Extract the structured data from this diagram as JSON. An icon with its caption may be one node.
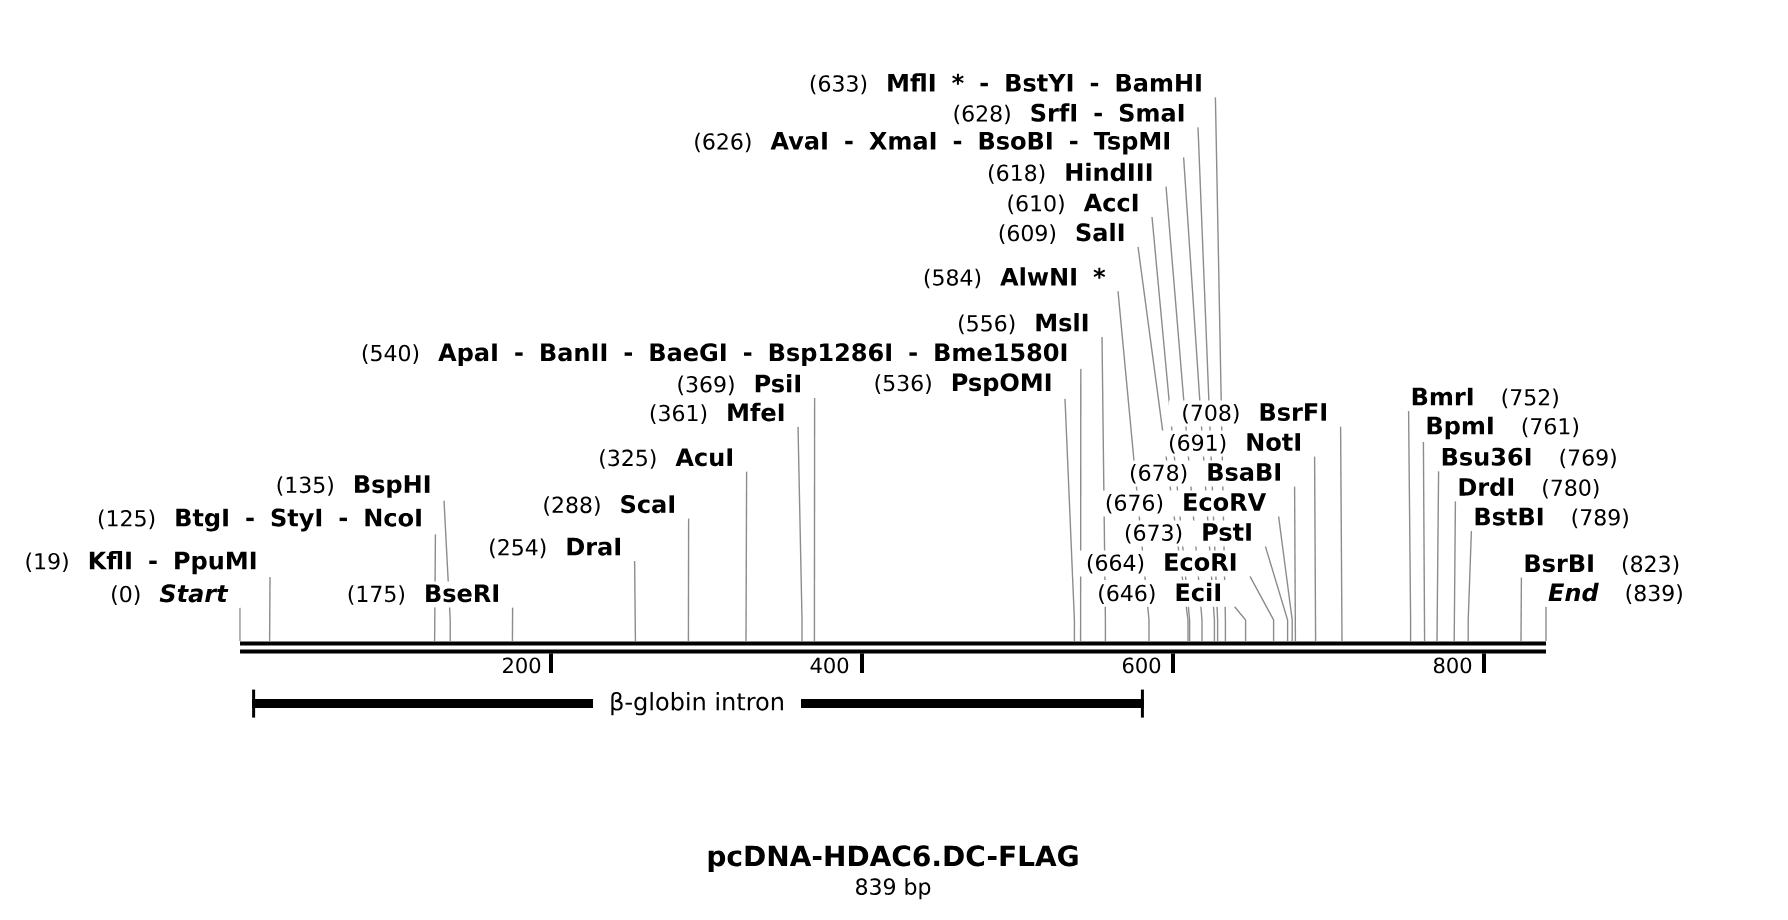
{
  "diagram": {
    "title": "pcDNA-HDAC6.DC-FLAG",
    "nodes": [
      {
        "text": [
          "(633)",
          "MflI * - BstYI - BamHI"
        ]
      },
      {
        "text": [
          "(628)",
          "SrfI - SmaI"
        ]
      },
      {
        "text": [
          "(626)",
          "AvaI - XmaI - BsoBI - TspMI"
        ]
      },
      {
        "text": [
          "(618)",
          "HindIII"
        ]
      },
      {
        "text": [
          "(610)",
          "AccI"
        ]
      },
      {
        "text": [
          "(609)",
          "SalI"
        ]
      },
      {
        "text": [
          "(584)",
          "AlwNI *"
        ]
      },
      {
        "text": [
          "(556)",
          "MslI"
        ]
      },
      {
        "text": [
          "(540)",
          "ApaI - BanII - BaeGI - Bsp1286I - Bme1580I"
        ]
      },
      {
        "text": [
          "(369)",
          "PsiI"
        ]
      },
      {
        "text": [
          "(536)",
          "PspOMI"
        ]
      },
      {
        "text": [
          "BmrI",
          "(752)"
        ]
      },
      {
        "text": [
          "(361)",
          "MfeI"
        ]
      },
      {
        "text": [
          "(708)",
          "BsrFI"
        ]
      },
      {
        "text": [
          "BpmI",
          "(761)"
        ]
      },
      {
        "text": [
          "(691)",
          "NotI"
        ]
      },
      {
        "text": [
          "(325)",
          "AcuI"
        ]
      },
      {
        "text": [
          "Bsu36I",
          "(769)"
        ]
      },
      {
        "text": [
          "(678)",
          "BsaBI"
        ]
      },
      {
        "text": [
          "(135)",
          "BspHI"
        ]
      },
      {
        "text": [
          "DrdI",
          "(780)"
        ]
      },
      {
        "text": [
          "(288)",
          "ScaI"
        ]
      },
      {
        "text": [
          "(676)",
          "EcoRV"
        ]
      },
      {
        "text": [
          "(125)",
          "BtgI - StyI - NcoI"
        ]
      },
      {
        "text": [
          "BstBI",
          "(789)"
        ]
      },
      {
        "text": [
          "(673)",
          "PstI"
        ]
      },
      {
        "text": [
          "(254)",
          "DraI"
        ]
      },
      {
        "text": [
          "(19)",
          "KflI - PpuMI"
        ]
      },
      {
        "text": [
          "(664)",
          "EcoRI"
        ]
      },
      {
        "text": [
          "BsrBI",
          "(823)"
        ]
      },
      {
        "text": [
          "(0)",
          "Start"
        ]
      },
      {
        "text": [
          "(175)",
          "BseRI"
        ]
      },
      {
        "text": [
          "(646)",
          "EciI"
        ]
      },
      {
        "text": [
          "End",
          "(839)"
        ]
      },
      {
        "text": [],
        "shape": "bar"
      },
      {
        "text": [
          "β-globin intron"
        ]
      }
    ],
    "edges": [
      {
        "from": 0,
        "to": 34,
        "arrow": "none"
      },
      {
        "from": 1,
        "to": 34,
        "arrow": "none"
      },
      {
        "from": 2,
        "to": 34,
        "arrow": "none"
      },
      {
        "from": 3,
        "to": 34,
        "arrow": "none"
      },
      {
        "from": 4,
        "to": 34,
        "arrow": "none"
      },
      {
        "from": 5,
        "to": 34,
        "arrow": "none"
      },
      {
        "from": 6,
        "to": 34,
        "arrow": "none"
      },
      {
        "from": 7,
        "to": 34,
        "arrow": "none"
      },
      {
        "from": 8,
        "to": 34,
        "arrow": "none"
      },
      {
        "from": 9,
        "to": 34,
        "arrow": "none"
      },
      {
        "from": 10,
        "to": 34,
        "arrow": "none"
      },
      {
        "from": 11,
        "to": 34,
        "arrow": "none"
      },
      {
        "from": 12,
        "to": 34,
        "arrow": "none"
      },
      {
        "from": 13,
        "to": 34,
        "arrow": "none"
      },
      {
        "from": 14,
        "to": 34,
        "arrow": "none"
      },
      {
        "from": 15,
        "to": 34,
        "arrow": "none"
      },
      {
        "from": 16,
        "to": 34,
        "arrow": "none"
      },
      {
        "from": 17,
        "to": 34,
        "arrow": "none"
      },
      {
        "from": 18,
        "to": 34,
        "arrow": "none"
      },
      {
        "from": 19,
        "to": 34,
        "arrow": "none"
      },
      {
        "from": 20,
        "to": 34,
        "arrow": "none"
      },
      {
        "from": 21,
        "to": 34,
        "arrow": "none"
      },
      {
        "from": 22,
        "to": 34,
        "arrow": "none"
      },
      {
        "from": 23,
        "to": 34,
        "arrow": "none"
      },
      {
        "from": 24,
        "to": 34,
        "arrow": "none"
      },
      {
        "from": 25,
        "to": 34,
        "arrow": "none"
      },
      {
        "from": 26,
        "to": 34,
        "arrow": "none"
      },
      {
        "from": 27,
        "to": 34,
        "arrow": "none"
      },
      {
        "from": 28,
        "to": 34,
        "arrow": "none"
      },
      {
        "from": 29,
        "to": 34,
        "arrow": "none"
      },
      {
        "from": 30,
        "to": 34,
        "arrow": "none"
      },
      {
        "from": 31,
        "to": 34,
        "arrow": "none"
      },
      {
        "from": 32,
        "to": 34,
        "arrow": "none"
      },
      {
        "from": 33,
        "to": 34,
        "arrow": "none"
      }
    ],
    "labels": [
      "200",
      "400",
      "600",
      "800",
      "839 bp"
    ]
  }
}
